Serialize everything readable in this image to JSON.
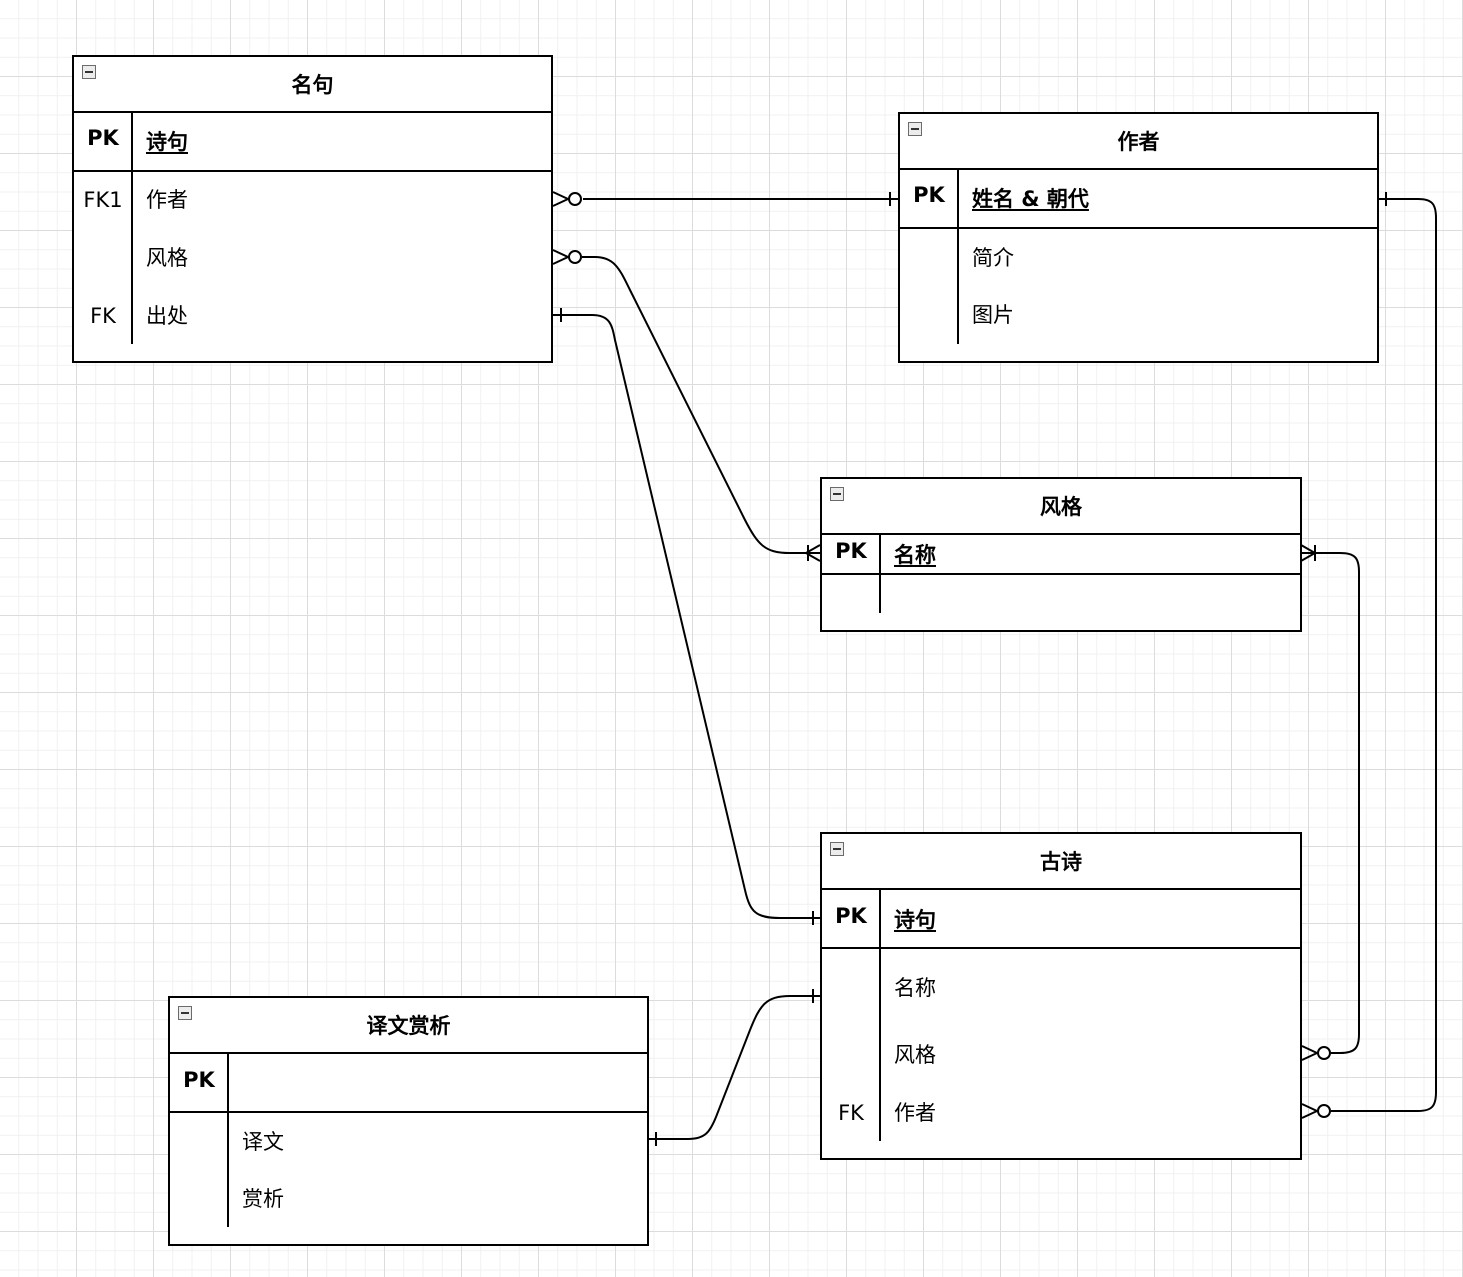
{
  "entities": {
    "mingju": {
      "title": "名句",
      "pk": {
        "key": "PK",
        "name": "诗句"
      },
      "fields": [
        {
          "key": "FK1",
          "name": "作者"
        },
        {
          "key": "",
          "name": "风格"
        },
        {
          "key": "FK",
          "name": "出处"
        }
      ]
    },
    "zuozhe": {
      "title": "作者",
      "pk": {
        "key": "PK",
        "name": "姓名 & 朝代"
      },
      "fields": [
        {
          "key": "",
          "name": "简介"
        },
        {
          "key": "",
          "name": "图片"
        }
      ]
    },
    "fengge": {
      "title": "风格",
      "pk": {
        "key": "PK",
        "name": "名称"
      },
      "fields": []
    },
    "gushi": {
      "title": "古诗",
      "pk": {
        "key": "PK",
        "name": "诗句"
      },
      "fields": [
        {
          "key": "",
          "name": "名称"
        },
        {
          "key": "",
          "name": "风格"
        },
        {
          "key": "FK",
          "name": "作者"
        }
      ]
    },
    "yiwen": {
      "title": "译文赏析",
      "pk": {
        "key": "PK",
        "name": ""
      },
      "fields": [
        {
          "key": "",
          "name": "译文"
        },
        {
          "key": "",
          "name": "赏析"
        }
      ]
    }
  },
  "relationships": [
    {
      "from": "名句.作者",
      "to": "作者.姓名 & 朝代",
      "from_cardinality": "zero-or-many",
      "to_cardinality": "one"
    },
    {
      "from": "名句.风格",
      "to": "风格.名称",
      "from_cardinality": "zero-or-many",
      "to_cardinality": "one-or-many"
    },
    {
      "from": "名句.出处",
      "to": "古诗.诗句",
      "from_cardinality": "one",
      "to_cardinality": "one"
    },
    {
      "from": "古诗.风格",
      "to": "风格.名称",
      "from_cardinality": "zero-or-many",
      "to_cardinality": "one-or-many"
    },
    {
      "from": "古诗.作者",
      "to": "作者.姓名 & 朝代",
      "from_cardinality": "zero-or-many",
      "to_cardinality": "one"
    },
    {
      "from": "译文赏析",
      "to": "古诗",
      "from_cardinality": "one",
      "to_cardinality": "one"
    }
  ],
  "colors": {
    "line": "#000000",
    "grid": "#dcdcdc",
    "background": "#ffffff"
  }
}
